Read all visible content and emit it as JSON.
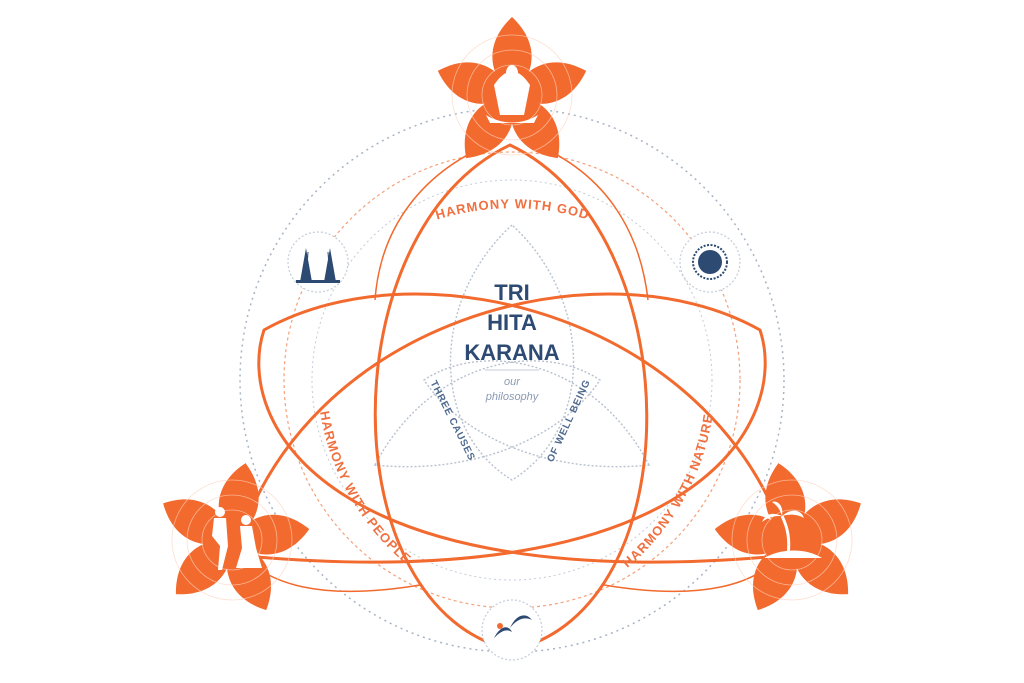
{
  "title": {
    "line1": "TRI",
    "line2": "HITA",
    "line3": "KARANA"
  },
  "subtitle": {
    "line1": "our",
    "line2": "philosophy"
  },
  "inner_labels": {
    "left": "THREE CAUSES",
    "right": "OF WELL BEING"
  },
  "arc_labels": {
    "top": "HARMONY WITH GOD",
    "left": "HARMONY WITH PEOPLE",
    "right": "HARMONY WITH NATURE"
  },
  "icons": {
    "top_flower": "praying-figure-icon",
    "left_flower": "dancers-icon",
    "right_flower": "palm-island-icon",
    "temple": "temple-gate-icon",
    "sun": "sun-icon",
    "birds": "birds-icon"
  },
  "colors": {
    "orange": "#f26a2e",
    "navy": "#2c4a72",
    "grey": "#a8b4c4"
  }
}
